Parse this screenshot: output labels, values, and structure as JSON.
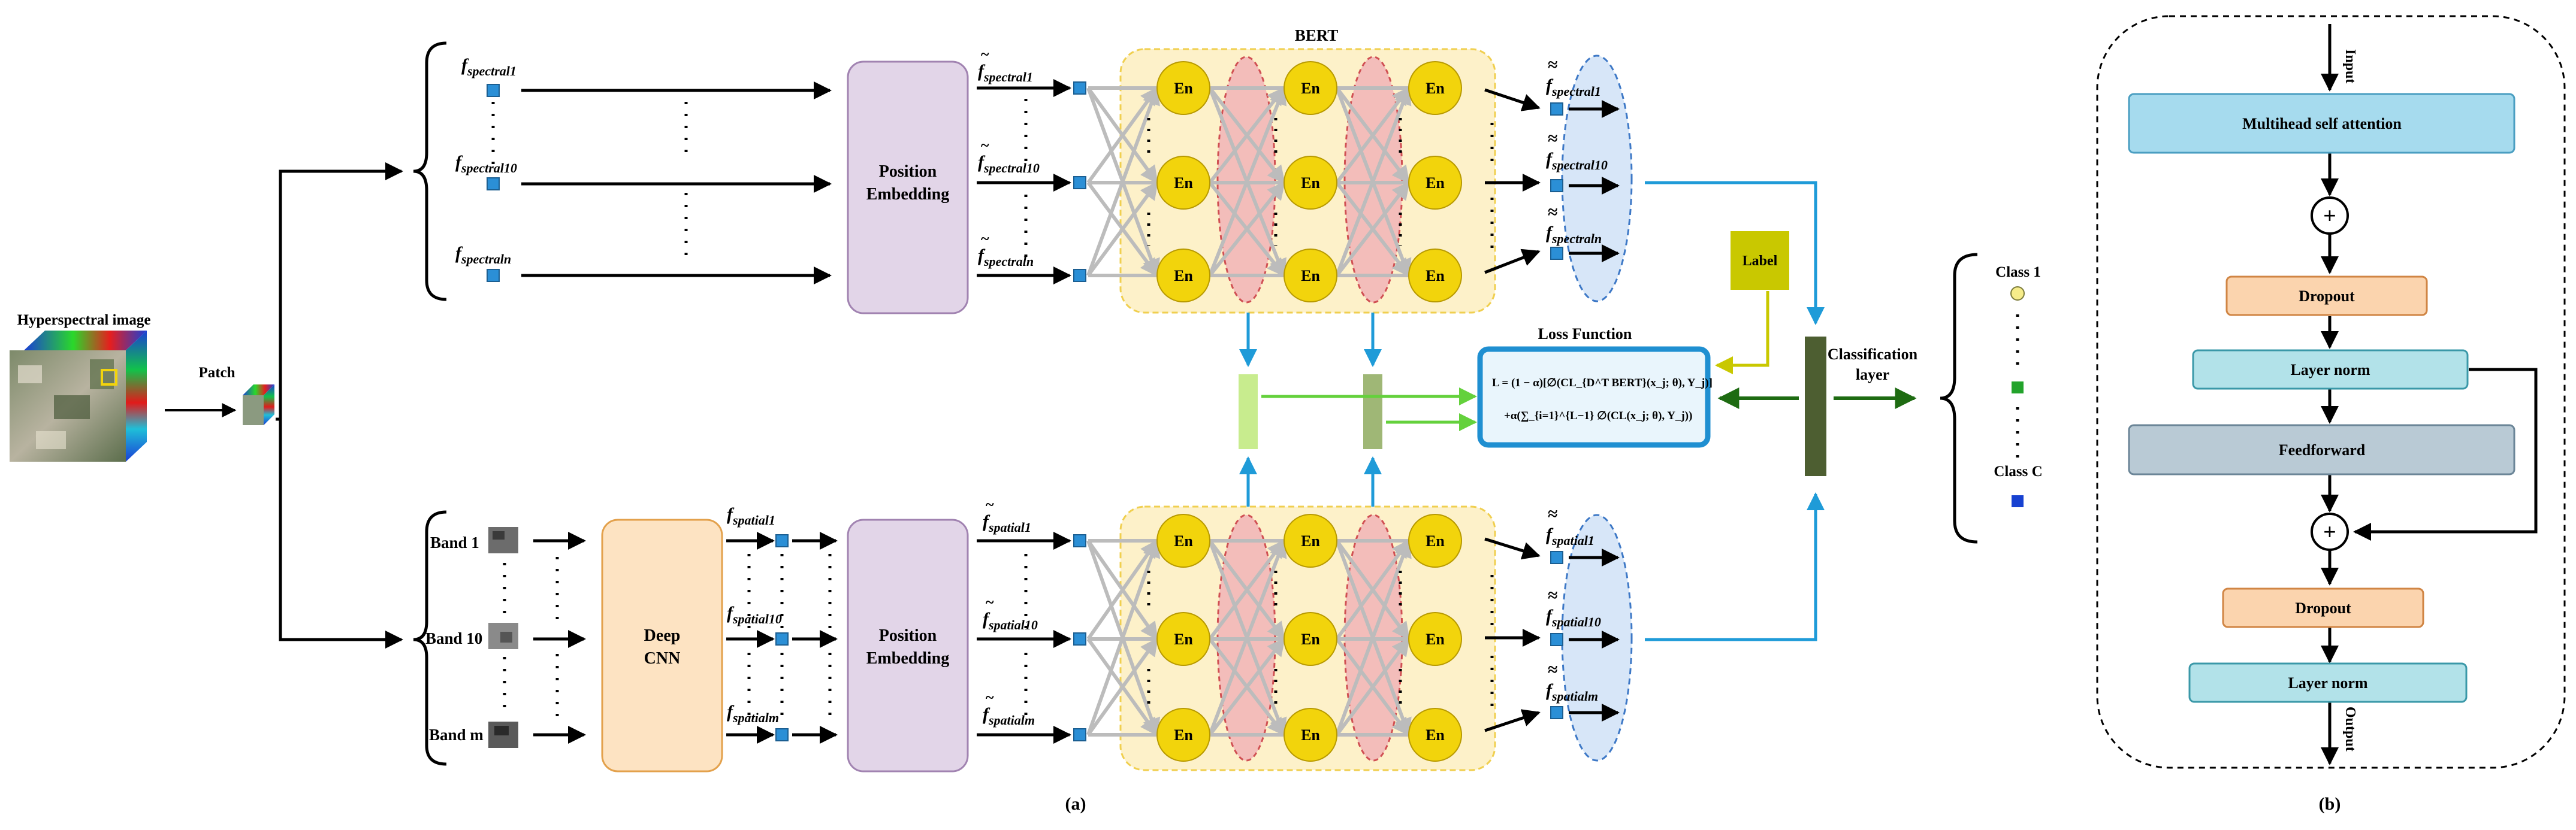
{
  "main": {
    "caption": "(a)",
    "input_title": "Hyperspectral image",
    "patch_label": "Patch",
    "spectral_inputs": [
      {
        "base": "f",
        "sub": "spectral1",
        "tilde": ""
      },
      {
        "base": "f",
        "sub": "spectral10",
        "tilde": ""
      },
      {
        "base": "f",
        "sub": "spectraln",
        "tilde": ""
      }
    ],
    "bands": [
      "Band 1",
      "Band 10",
      "Band m"
    ],
    "deep_cnn": [
      "Deep",
      "CNN"
    ],
    "spatial_inputs": [
      {
        "base": "f",
        "sub": "spatial1",
        "tilde": ""
      },
      {
        "base": "f",
        "sub": "spatial10",
        "tilde": ""
      },
      {
        "base": "f",
        "sub": "spatialm",
        "tilde": ""
      }
    ],
    "position_embedding": [
      "Position",
      "Embedding"
    ],
    "spectral_embedded": [
      {
        "base": "f",
        "sub": "spectral1",
        "tilde": "~"
      },
      {
        "base": "f",
        "sub": "spectral10",
        "tilde": "~"
      },
      {
        "base": "f",
        "sub": "spectraln",
        "tilde": "~"
      }
    ],
    "spatial_embedded": [
      {
        "base": "f",
        "sub": "spatial1",
        "tilde": "~"
      },
      {
        "base": "f",
        "sub": "spatial10",
        "tilde": "~"
      },
      {
        "base": "f",
        "sub": "spatialm",
        "tilde": "~"
      }
    ],
    "bert_title": "BERT",
    "encoder_label": "En",
    "spectral_outputs": [
      {
        "base": "f",
        "sub": "spectral1",
        "tilde": "≈"
      },
      {
        "base": "f",
        "sub": "spectral10",
        "tilde": "≈"
      },
      {
        "base": "f",
        "sub": "spectraln",
        "tilde": "≈"
      }
    ],
    "spatial_outputs": [
      {
        "base": "f",
        "sub": "spatial1",
        "tilde": "≈"
      },
      {
        "base": "f",
        "sub": "spatial10",
        "tilde": "≈"
      },
      {
        "base": "f",
        "sub": "spatialm",
        "tilde": "≈"
      }
    ],
    "loss_title": "Loss Function",
    "loss_line1": "L = (1 − α)[∅(CL_{D^T BERT}(x_j; θ), Y_j)]",
    "loss_line2": "+α(∑_{i=1}^{L−1} ∅(CL(x_j; θ), Y_j))",
    "label_box": "Label",
    "classification_layer": [
      "Classification",
      "layer"
    ],
    "class_first": "Class 1",
    "class_last": "Class C"
  },
  "encoder_block": {
    "caption": "(b)",
    "input_label": "Input",
    "output_label": "Output",
    "plus": "+",
    "layers": [
      "Multihead self attention",
      "Dropout",
      "Layer norm",
      "Feedforward",
      "Dropout",
      "Layer norm"
    ]
  },
  "colors": {
    "blue_square": "#2b8fd6",
    "encoder_yellow": "#f2d40c",
    "bert_bg": "#fdf1c9",
    "pink_ellipse": "#f2b5b8",
    "blue_ellipse": "#d7e6f8",
    "position_embed": "#e2d5e8",
    "deep_cnn": "#fde3c2",
    "label_box": "#c9c800",
    "class_layer": "#4d5e31",
    "arrow_blue": "#1f9bd8",
    "arrow_green": "#64d13c",
    "arrow_darkgreen": "#1e6b12",
    "msa": "#a6dbee",
    "dropout": "#fbd4ae",
    "layernorm": "#b2e2e9",
    "feedforward": "#b9cad5"
  }
}
